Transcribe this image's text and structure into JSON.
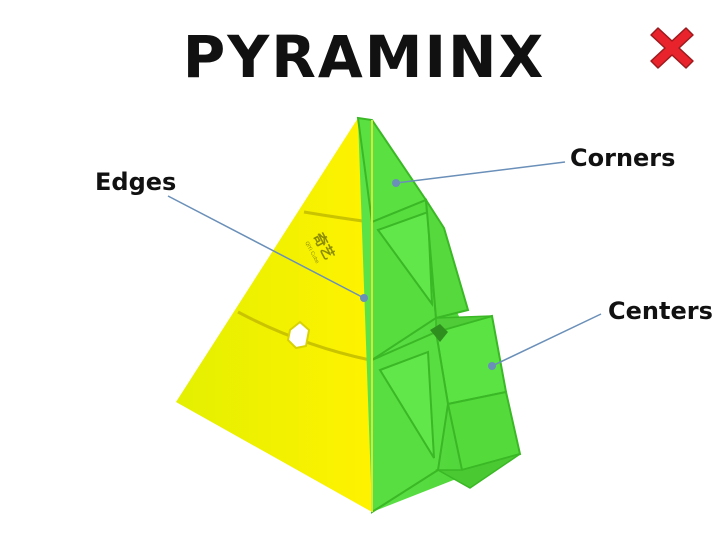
{
  "title": "PYRAMINX",
  "labels": {
    "edges": "Edges",
    "corners": "Corners",
    "centers": "Centers"
  },
  "logo": {
    "brand": "奇艺",
    "sub": "QiYi Cube"
  },
  "icons": {
    "close": "close-x-icon"
  },
  "colors": {
    "yellow_face": "#F4EC00",
    "green_face": "#55E03A",
    "leader_line": "#6A8FB8",
    "close_red": "#E8232B"
  }
}
